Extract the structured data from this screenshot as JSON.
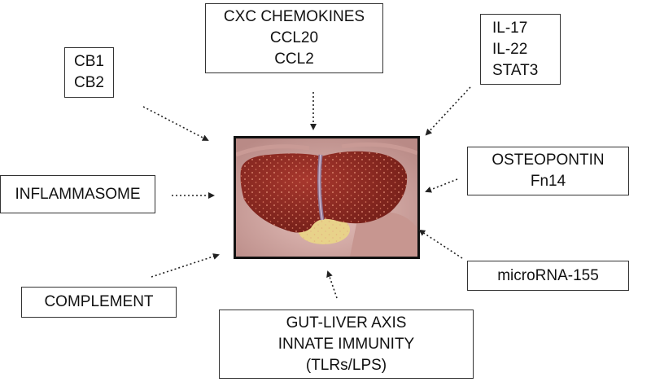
{
  "boxes": {
    "top": [
      "CXC CHEMOKINES",
      "CCL20",
      "CCL2"
    ],
    "il": [
      "IL-17",
      "IL-22",
      "STAT3"
    ],
    "cb": [
      "CB1",
      "CB2"
    ],
    "inflammasome": [
      "INFLAMMASOME"
    ],
    "osteopontin": [
      "OSTEOPONTIN",
      "Fn14"
    ],
    "microrna": [
      "microRNA-155"
    ],
    "complement": [
      "COMPLEMENT"
    ],
    "gut": [
      "GUT-LIVER AXIS",
      "INNATE IMMUNITY",
      "(TLRs/LPS)"
    ]
  },
  "colors": {
    "liver": "#8e2a22",
    "liver_dots": "#e08a6e",
    "background_tissue": "#d3aaa6",
    "arrow": "#222222"
  },
  "icons": {
    "center": "liver-illustration"
  }
}
